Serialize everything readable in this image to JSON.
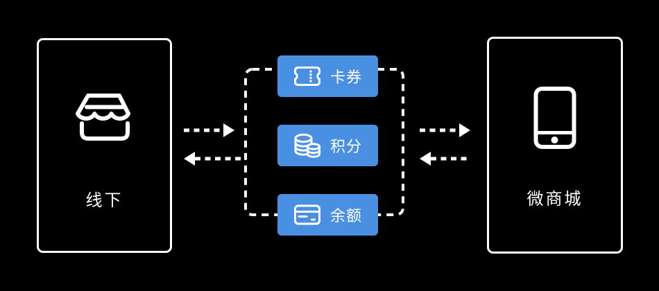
{
  "colors": {
    "background": "#000000",
    "accent": "#4a90e2",
    "line": "#ffffff"
  },
  "left_box": {
    "label": "线下",
    "icon": "storefront-icon"
  },
  "right_box": {
    "label": "微商城",
    "icon": "mobile-phone-icon"
  },
  "hub": {
    "badges": [
      {
        "label": "卡券",
        "icon": "ticket-icon"
      },
      {
        "label": "积分",
        "icon": "coins-icon"
      },
      {
        "label": "余额",
        "icon": "bank-card-icon"
      }
    ]
  }
}
